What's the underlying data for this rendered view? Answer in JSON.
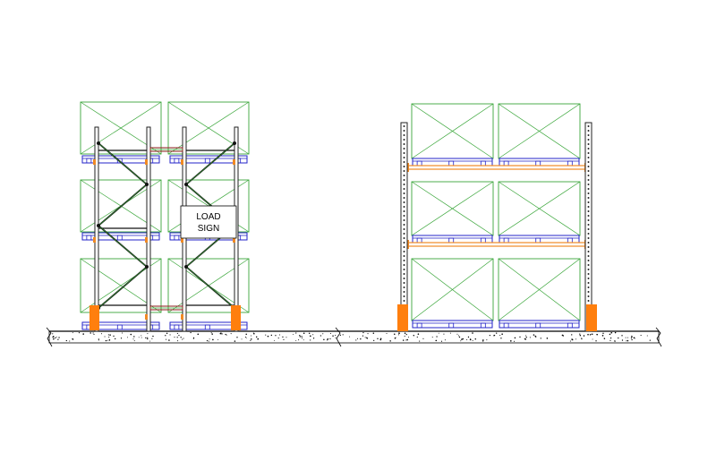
{
  "drawing": {
    "views": [
      "side-elevation",
      "front-elevation"
    ],
    "levels_per_rack": 3,
    "pallets_per_level_front": 2,
    "load_sign": {
      "line1": "LOAD",
      "line2": "SIGN"
    }
  },
  "colors": {
    "pallet_load": "#3aa63a",
    "pallet_base": "#2323c8",
    "upright": "#222222",
    "beam": "#f08a24",
    "post_protector": "#ff7f0e",
    "bracing": "#111111",
    "floor": "#000000"
  }
}
